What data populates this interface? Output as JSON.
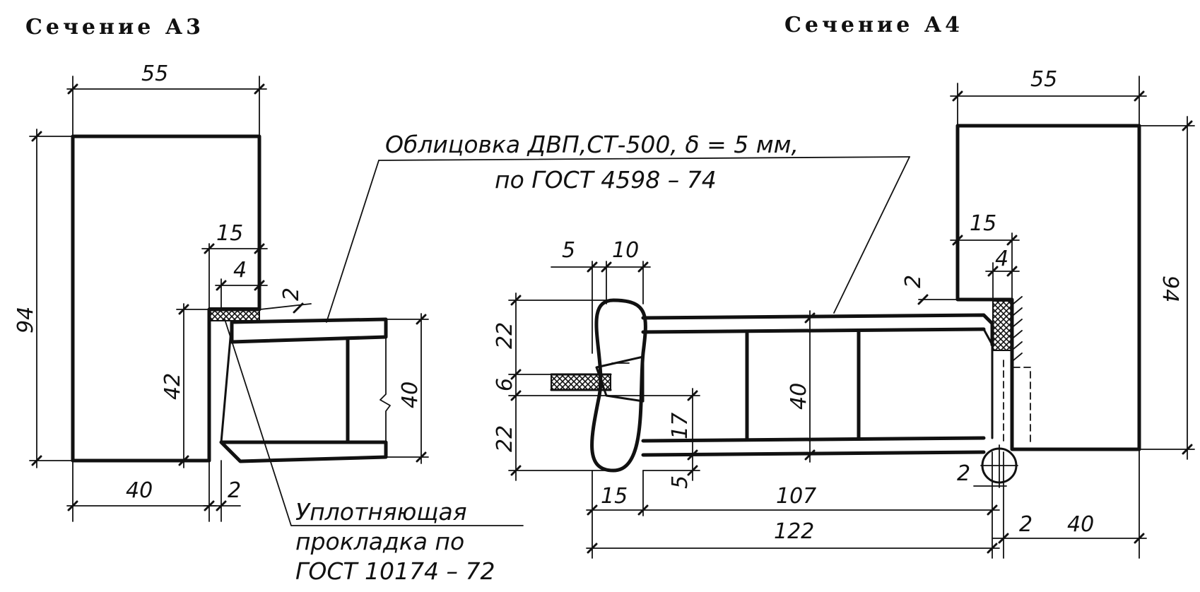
{
  "sections": {
    "a3_title": "Сечение А3",
    "a4_title": "Сечение А4"
  },
  "notes": {
    "cladding_line1": "Облицовка ДВП,СТ-500, δ = 5 мм,",
    "cladding_line2": "по ГОСТ 4598 – 74",
    "gasket_line1": "Уплотняющая",
    "gasket_line2": "прокладка по",
    "gasket_line3": "ГОСТ 10174 – 72"
  },
  "a3_dims": {
    "top_width": "55",
    "height": "94",
    "rebate": "15",
    "gasket": "4",
    "gap_top": "2",
    "panel_height": "42",
    "leaf_thickness": "40",
    "bottom_width": "40",
    "gap_bottom": "2"
  },
  "a4_dims": {
    "handle_5": "5",
    "handle_10": "10",
    "upper_22": "22",
    "mid_6": "6",
    "lower_22": "22",
    "handle_17": "17",
    "handle_5b": "5",
    "handle_15": "15",
    "leaf_40": "40",
    "length_107": "107",
    "length_122": "122",
    "top_width": "55",
    "rebate": "15",
    "gasket": "4",
    "gap_top": "2",
    "height": "94",
    "hinge_gap": "2",
    "gap_bottom": "2",
    "bottom_width": "40"
  }
}
